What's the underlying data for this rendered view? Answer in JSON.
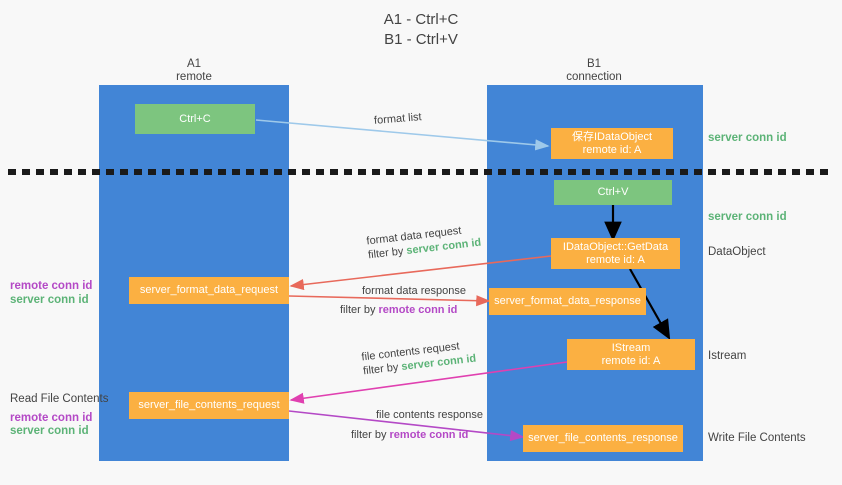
{
  "title": {
    "line1": "A1 - Ctrl+C",
    "line2": "B1 - Ctrl+V"
  },
  "lanes": [
    {
      "name": "A1",
      "sub": "remote"
    },
    {
      "name": "B1",
      "sub": "connection"
    }
  ],
  "boxes": {
    "ctrl_c": "Ctrl+C",
    "ctrl_v": "Ctrl+V",
    "save_idataobject_l1": "保存IDataObject",
    "save_idataobject_l2": "remote id: A",
    "getdata_l1": "IDataObject::GetData",
    "getdata_l2": "remote id: A",
    "istream_l1": "IStream",
    "istream_l2": "remote id: A",
    "server_format_data_request": "server_format_data_request",
    "server_format_data_response": "server_format_data_response",
    "server_file_contents_request": "server_file_contents_request",
    "server_file_contents_response": "server_file_contents_response"
  },
  "right_labels": {
    "server_conn_id_1": "server conn id",
    "server_conn_id_2": "server conn id",
    "dataobject": "DataObject",
    "istream": "Istream",
    "write_file_contents": "Write File Contents"
  },
  "left_labels": {
    "remote_conn_id_1": "remote conn id",
    "server_conn_id_1": "server conn id",
    "read_file_contents": "Read File Contents",
    "remote_conn_id_2": "remote conn id",
    "server_conn_id_2": "server conn id"
  },
  "edges": {
    "format_list": "format list",
    "format_data_request": "format data request",
    "format_data_request_filter_prefix": "filter by ",
    "format_data_request_filter_value": "server conn id",
    "format_data_response": "format data response",
    "format_data_response_filter_prefix": "filter by ",
    "format_data_response_filter_value": "remote conn id",
    "file_contents_request": "file contents request",
    "file_contents_request_filter_prefix": "filter by ",
    "file_contents_request_filter_value": "server conn id",
    "file_contents_response": "file contents response",
    "file_contents_response_filter_prefix": "filter by ",
    "file_contents_response_filter_value": "remote conn id"
  },
  "colors": {
    "lane": "#4285d6",
    "green_box": "#7dc57f",
    "orange_box": "#fbb042",
    "server_conn": "#5cb377",
    "remote_conn": "#b449c6",
    "arrow_light_blue": "#9ec9ea",
    "arrow_red": "#e8695b",
    "arrow_magenta": "#e040b0",
    "arrow_purple": "#b449c6",
    "arrow_black": "#000000",
    "background": "#f8f8f8"
  }
}
